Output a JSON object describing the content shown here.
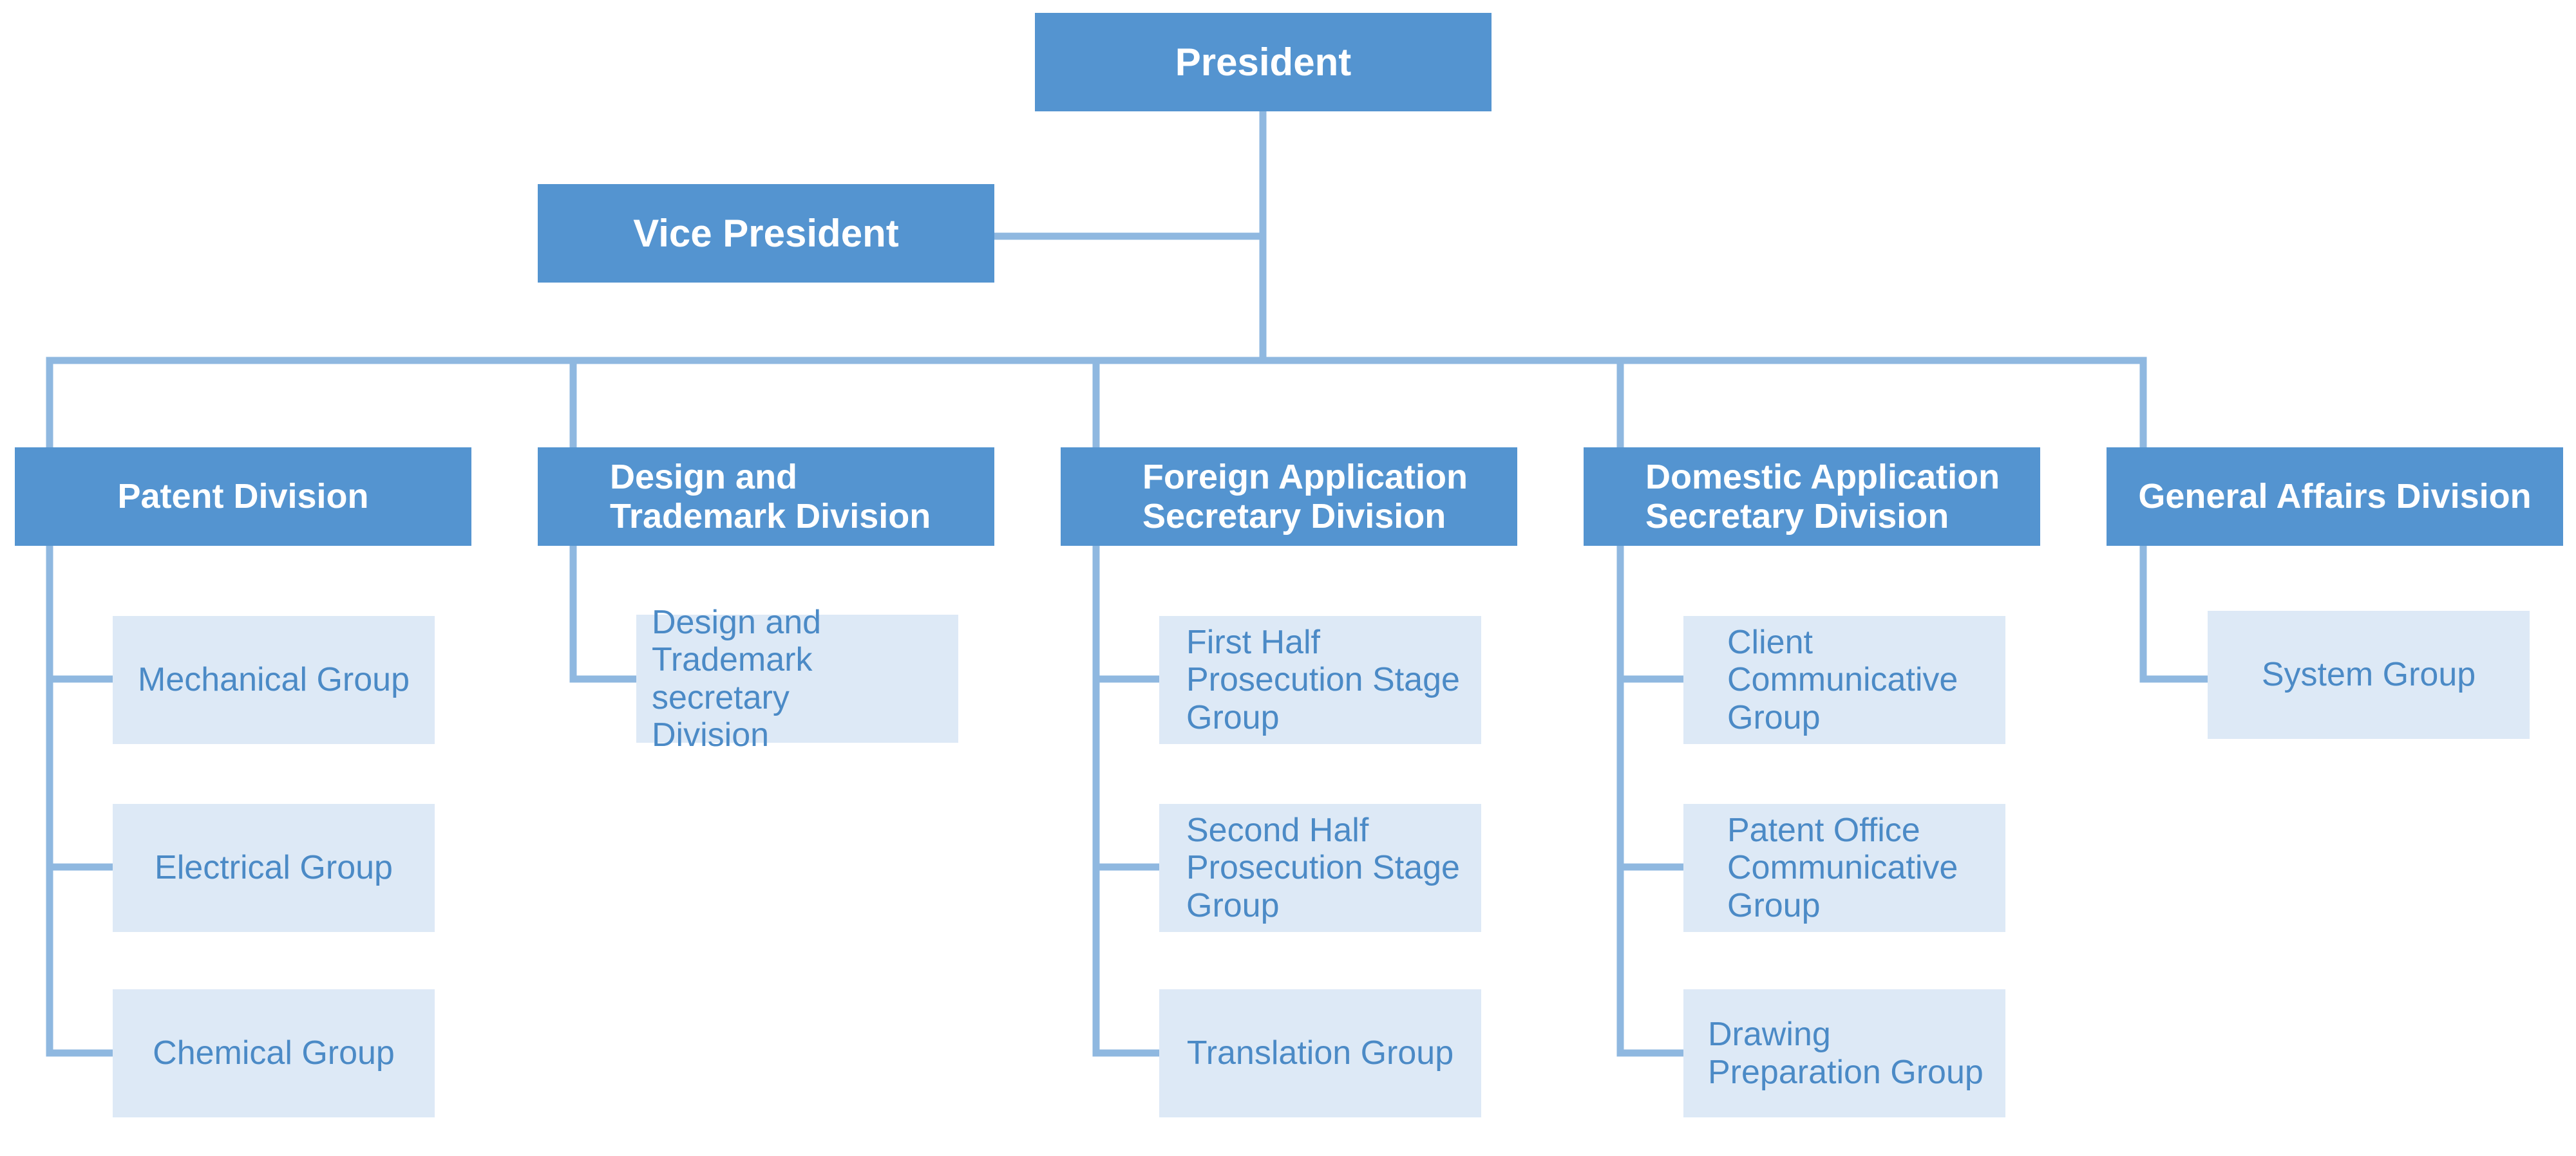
{
  "org_chart": {
    "president": "President",
    "vice_president": "Vice President",
    "divisions": [
      {
        "name": "Patent Division",
        "groups": [
          "Mechanical Group",
          "Electrical Group",
          "Chemical Group"
        ]
      },
      {
        "name": "Design and\nTrademark Division",
        "groups": [
          "Design and\nTrademark secretary\nDivision"
        ]
      },
      {
        "name": "Foreign Application\nSecretary Division",
        "groups": [
          "First Half\nProsecution Stage\nGroup",
          "Second Half\nProsecution Stage\nGroup",
          "Translation Group"
        ]
      },
      {
        "name": "Domestic Application\nSecretary Division",
        "groups": [
          "Client\nCommunicative\nGroup",
          "Patent Office\nCommunicative\nGroup",
          "Drawing\nPreparation Group"
        ]
      },
      {
        "name": "General Affairs Division",
        "groups": [
          "System Group"
        ]
      }
    ]
  },
  "colors": {
    "node_dark": "#5494d0",
    "node_light": "#dde9f6",
    "text_light": "#4b8ac6",
    "connector": "#8fb8e0"
  }
}
